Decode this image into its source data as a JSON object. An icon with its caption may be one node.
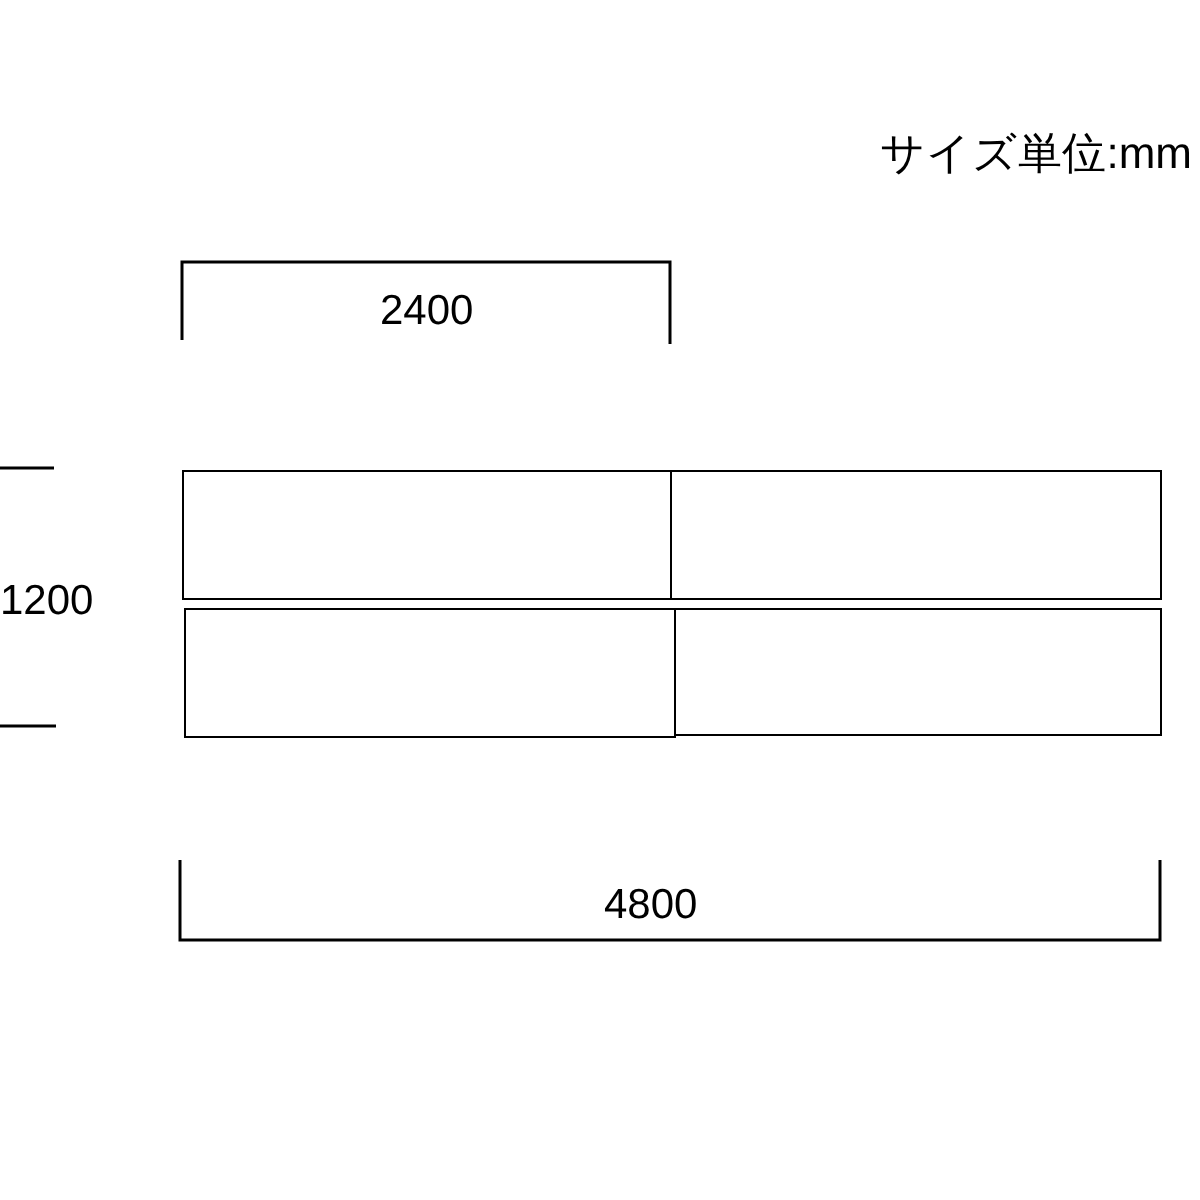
{
  "diagram": {
    "nodes": [
      {
        "text": [],
        "shape": "box"
      },
      {
        "text": [],
        "shape": "box"
      },
      {
        "text": [],
        "shape": "box"
      },
      {
        "text": [],
        "shape": "box"
      }
    ],
    "labels": [
      "サイズ単位:mm",
      "2400",
      "1200",
      "4800"
    ]
  }
}
